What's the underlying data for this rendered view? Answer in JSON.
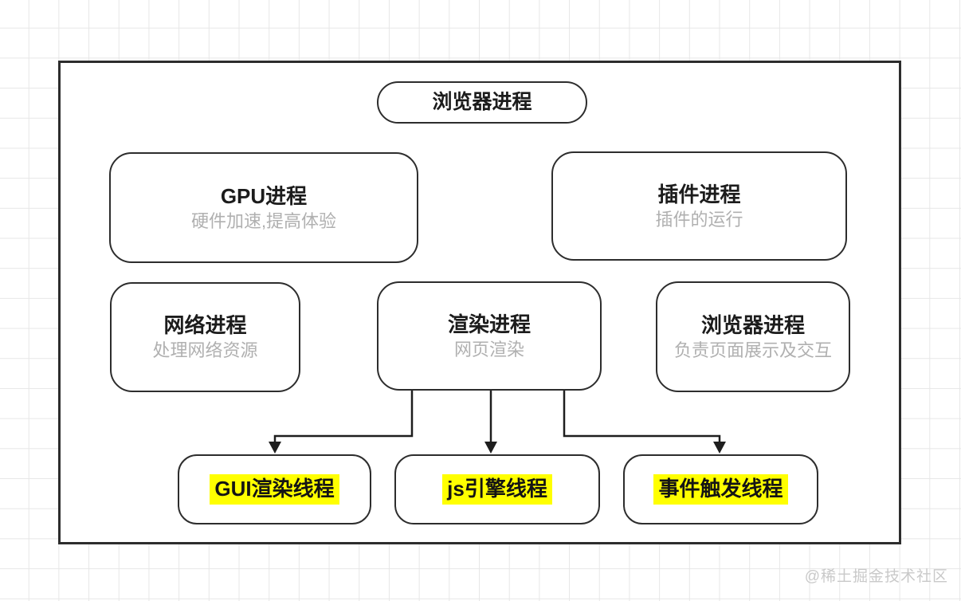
{
  "diagram": {
    "root": {
      "label": "浏览器进程"
    },
    "processes": [
      {
        "title": "GPU进程",
        "subtitle": "硬件加速,提高体验"
      },
      {
        "title": "插件进程",
        "subtitle": "插件的运行"
      },
      {
        "title": "网络进程",
        "subtitle": "处理网络资源"
      },
      {
        "title": "渲染进程",
        "subtitle": "网页渲染"
      },
      {
        "title": "浏览器进程",
        "subtitle": "负责页面展示及交互"
      }
    ],
    "threads": [
      {
        "label": "GUI渲染线程"
      },
      {
        "label": "js引擎线程"
      },
      {
        "label": "事件触发线程"
      }
    ],
    "colors": {
      "highlight": "#ffff00",
      "node_border": "#2d2d2d",
      "title_text": "#1c1c1c",
      "subtitle_text": "#b0b0b0",
      "grid_line": "#e7e7e7",
      "watermark_text": "#c9c9c9"
    },
    "watermark": "@稀土掘金技术社区"
  }
}
